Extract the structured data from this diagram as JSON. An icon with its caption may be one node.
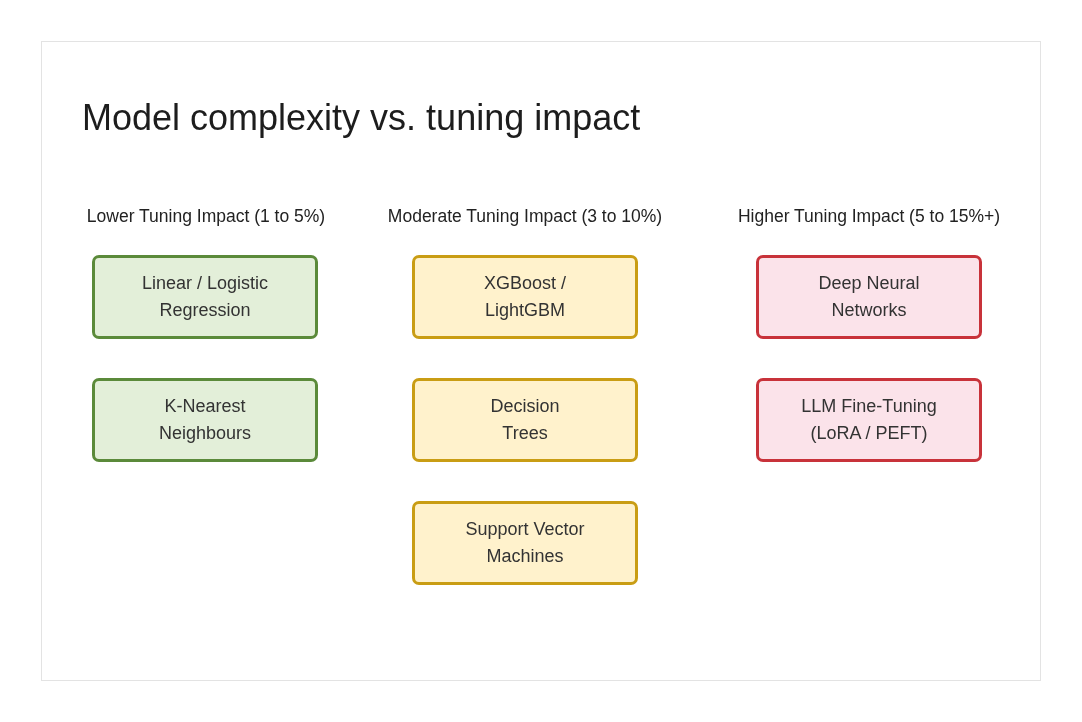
{
  "diagram": {
    "title": "Model complexity vs. tuning impact",
    "nodes": [
      {
        "text": [
          "Linear / Logistic Regression"
        ]
      },
      {
        "text": [
          "K-Nearest Neighbours"
        ]
      },
      {
        "text": [
          "XGBoost / LightGBM"
        ]
      },
      {
        "text": [
          "Decision Trees"
        ]
      },
      {
        "text": [
          "Support Vector Machines"
        ]
      },
      {
        "text": [
          "Deep Neural Networks"
        ]
      },
      {
        "text": [
          "LLM Fine-Tuning (LoRA / PEFT)"
        ]
      }
    ],
    "labels": [
      "Lower Tuning Impact (1 to 5%)",
      "Moderate Tuning Impact (3 to 10%)",
      "Higher Tuning Impact (5 to 15%+)"
    ]
  }
}
